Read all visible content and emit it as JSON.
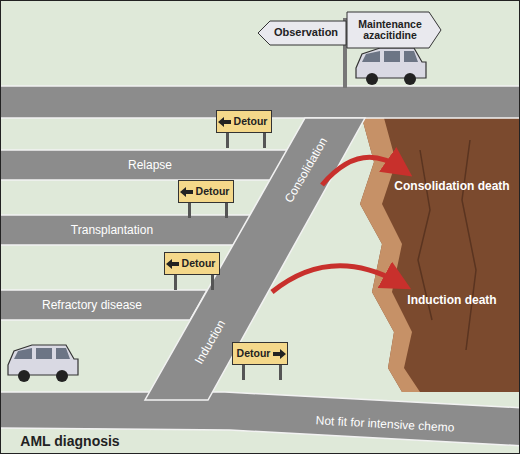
{
  "diagram": {
    "nodes": [
      {
        "text": [
          "Observation"
        ]
      },
      {
        "text": [
          "Maintenance azacitidine"
        ]
      },
      {
        "text": [
          "Detour"
        ]
      },
      {
        "text": [
          "Detour"
        ]
      },
      {
        "text": [
          "Detour"
        ]
      },
      {
        "text": [
          "Detour"
        ]
      }
    ],
    "labels": [
      "Relapse",
      "Transplantation",
      "Refractory disease",
      "Induction",
      "Consolidation",
      "Consolidation death",
      "Induction death",
      "AML diagnosis",
      "Not fit for intensive chemo"
    ]
  }
}
